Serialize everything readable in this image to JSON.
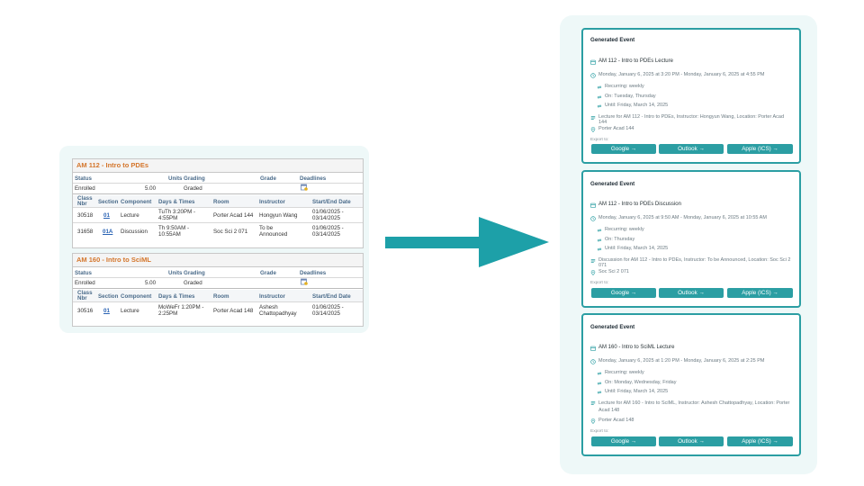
{
  "schedule": {
    "courses": [
      {
        "title": "AM 112 - Intro to PDEs",
        "status_header": [
          "Status",
          "Units",
          "Grading",
          "Grade",
          "Deadlines"
        ],
        "status_row": {
          "status": "Enrolled",
          "units": "5.00",
          "grading": "Graded"
        },
        "class_header": [
          "Class Nbr",
          "Section",
          "Component",
          "Days & Times",
          "Room",
          "Instructor",
          "Start/End Date"
        ],
        "rows": [
          {
            "nbr": "30518",
            "section": "01",
            "component": "Lecture",
            "days": "TuTh 3:20PM - 4:55PM",
            "room": "Porter Acad 144",
            "instructor": "Hongyun Wang",
            "dates": "01/06/2025 - 03/14/2025"
          },
          {
            "nbr": "31658",
            "section": "01A",
            "component": "Discussion",
            "days": "Th 9:50AM - 10:55AM",
            "room": "Soc Sci 2 071",
            "instructor": "To be Announced",
            "dates": "01/06/2025 - 03/14/2025"
          }
        ]
      },
      {
        "title": "AM 160 - Intro to SciML",
        "status_header": [
          "Status",
          "Units",
          "Grading",
          "Grade",
          "Deadlines"
        ],
        "status_row": {
          "status": "Enrolled",
          "units": "5.00",
          "grading": "Graded"
        },
        "class_header": [
          "Class Nbr",
          "Section",
          "Component",
          "Days & Times",
          "Room",
          "Instructor",
          "Start/End Date"
        ],
        "rows": [
          {
            "nbr": "30516",
            "section": "01",
            "component": "Lecture",
            "days": "MoWeFr 1:20PM - 2:25PM",
            "room": "Porter Acad 148",
            "instructor": "Ashesh Chattopadhyay",
            "dates": "01/06/2025 - 03/14/2025"
          }
        ]
      }
    ]
  },
  "events": [
    {
      "heading": "Generated Event",
      "title": "AM 112 - Intro to PDEs Lecture",
      "time": "Monday, January 6, 2025 at 3:20 PM - Monday, January 6, 2025 at 4:55 PM",
      "recurring": "Recurring: weekly",
      "on": "On: Tuesday, Thursday",
      "until": "Until: Friday, March 14, 2025",
      "description": "Lecture for AM 112 - Intro to PDEs, Instructor: Hongyun Wang, Location: Porter Acad 144",
      "location": "Porter Acad 144",
      "export_label": "Export to:",
      "buttons": [
        "Google →",
        "Outlook →",
        "Apple (ICS) →"
      ]
    },
    {
      "heading": "Generated Event",
      "title": "AM 112 - Intro to PDEs Discussion",
      "time": "Monday, January 6, 2025 at 9:50 AM - Monday, January 6, 2025 at 10:55 AM",
      "recurring": "Recurring: weekly",
      "on": "On: Thursday",
      "until": "Until: Friday, March 14, 2025",
      "description": "Discussion for AM 112 - Intro to PDEs, Instructor: To be Announced, Location: Soc Sci 2 071",
      "location": "Soc Sci 2 071",
      "export_label": "Export to:",
      "buttons": [
        "Google →",
        "Outlook →",
        "Apple (ICS) →"
      ]
    },
    {
      "heading": "Generated Event",
      "title": "AM 160 - Intro to SciML Lecture",
      "time": "Monday, January 6, 2025 at 1:20 PM - Monday, January 6, 2025 at 2:25 PM",
      "recurring": "Recurring: weekly",
      "on": "On: Monday, Wednesday, Friday",
      "until": "Until: Friday, March 14, 2025",
      "description": "Lecture for AM 160 - Intro to SciML, Instructor: Ashesh Chattopadhyay, Location: Porter Acad 148",
      "location": "Porter Acad 148",
      "export_label": "Export to:",
      "buttons": [
        "Google →",
        "Outlook →",
        "Apple (ICS) →"
      ]
    }
  ],
  "colors": {
    "accent": "#2b9ea3",
    "panel": "#eef8f8",
    "course_title": "#d4762c",
    "header_text": "#4a6b8a",
    "link": "#2a63b4"
  }
}
